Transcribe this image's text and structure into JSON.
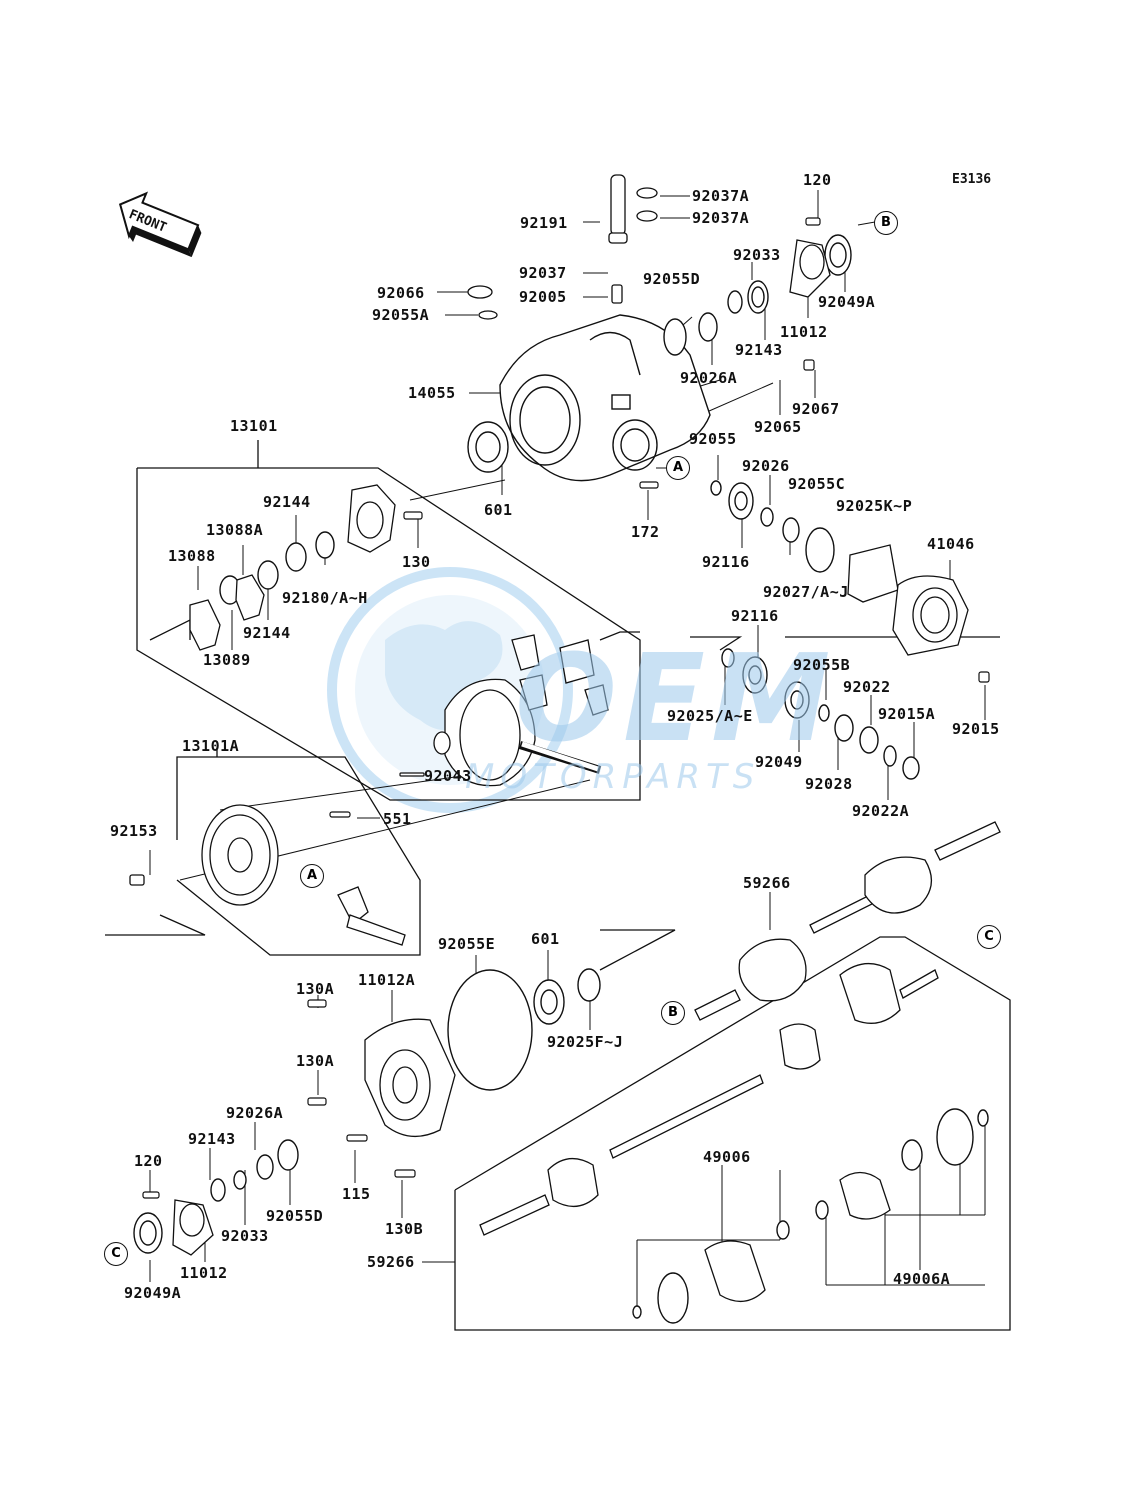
{
  "diagram_code": "E3136",
  "front_label": "FRONT",
  "watermark": {
    "brand": "OEM",
    "sub": "MOTORPARTS"
  },
  "refs": {
    "a": "A",
    "b": "B",
    "c": "C"
  },
  "parts": {
    "p92037a_1": "92037A",
    "p92037a_2": "92037A",
    "p92191": "92191",
    "p120_top": "120",
    "p92033_top": "92033",
    "p92037": "92037",
    "p92055d_top": "92055D",
    "p92049a_top": "92049A",
    "p92066": "92066",
    "p92005": "92005",
    "p92055a": "92055A",
    "p11012_top": "11012",
    "p92143_top": "92143",
    "p14055": "14055",
    "p92026a_top": "92026A",
    "p92067": "92067",
    "p92065": "92065",
    "p13101": "13101",
    "p92055": "92055",
    "p92026": "92026",
    "p92055c": "92055C",
    "p601_top": "601",
    "p172": "172",
    "p92025kp": "92025K~P",
    "p92144_1": "92144",
    "p13088a": "13088A",
    "p130": "130",
    "p92116_1": "92116",
    "p41046": "41046",
    "p13088": "13088",
    "p92180": "92180/A~H",
    "p92027": "92027/A~J",
    "p92116_2": "92116",
    "p92144_2": "92144",
    "p13089": "13089",
    "p92055b": "92055B",
    "p92022": "92022",
    "p92025ae": "92025/A~E",
    "p92015a": "92015A",
    "p92015": "92015",
    "p13101a": "13101A",
    "p92043": "92043",
    "p92049": "92049",
    "p92028": "92028",
    "p92022a": "92022A",
    "p92153": "92153",
    "p551": "551",
    "p59266_top": "59266",
    "p92055e": "92055E",
    "p601_bot": "601",
    "p130a_1": "130A",
    "p11012a": "11012A",
    "p92025fj": "92025F~J",
    "p130a_2": "130A",
    "p92026a_bot": "92026A",
    "p92143_bot": "92143",
    "p49006": "49006",
    "p120_bot": "120",
    "p115": "115",
    "p92055d_bot": "92055D",
    "p130b": "130B",
    "p92033_bot": "92033",
    "p11012_bot": "11012",
    "p59266_bot": "59266",
    "p49006a": "49006A",
    "p92049a_bot": "92049A"
  }
}
